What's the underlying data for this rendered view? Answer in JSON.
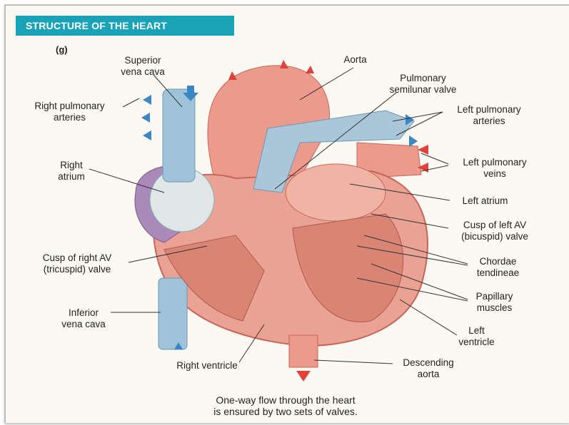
{
  "title": "STRUCTURE OF THE HEART",
  "panel_label": "(g)",
  "labels": {
    "superior_vena_cava": [
      "Superior",
      "vena cava"
    ],
    "aorta": [
      "Aorta"
    ],
    "pulmonary_semilunar_valve": [
      "Pulmonary",
      "semilunar valve"
    ],
    "right_pulmonary_arteries": [
      "Right pulmonary",
      "arteries"
    ],
    "left_pulmonary_arteries": [
      "Left pulmonary",
      "arteries"
    ],
    "right_atrium": [
      "Right",
      "atrium"
    ],
    "left_pulmonary_veins": [
      "Left pulmonary",
      "veins"
    ],
    "left_atrium": [
      "Left atrium"
    ],
    "cusp_left_av": [
      "Cusp of left AV",
      "(bicuspid) valve"
    ],
    "cusp_right_av": [
      "Cusp of right AV",
      "(tricuspid) valve"
    ],
    "chordae_tendineae": [
      "Chordae",
      "tendineae"
    ],
    "papillary_muscles": [
      "Papillary",
      "muscles"
    ],
    "inferior_vena_cava": [
      "Inferior",
      "vena cava"
    ],
    "left_ventricle": [
      "Left",
      "ventricle"
    ],
    "right_ventricle": [
      "Right ventricle"
    ],
    "descending_aorta": [
      "Descending",
      "aorta"
    ]
  },
  "caption": [
    "One-way flow through the heart",
    "is ensured by two sets of valves."
  ],
  "colors": {
    "title_bar": "#1aa3b8",
    "oxygenated": "#e0423a",
    "deoxygenated": "#3b86c4",
    "muscle": "#e9a293",
    "vein": "#9fc3d8"
  }
}
